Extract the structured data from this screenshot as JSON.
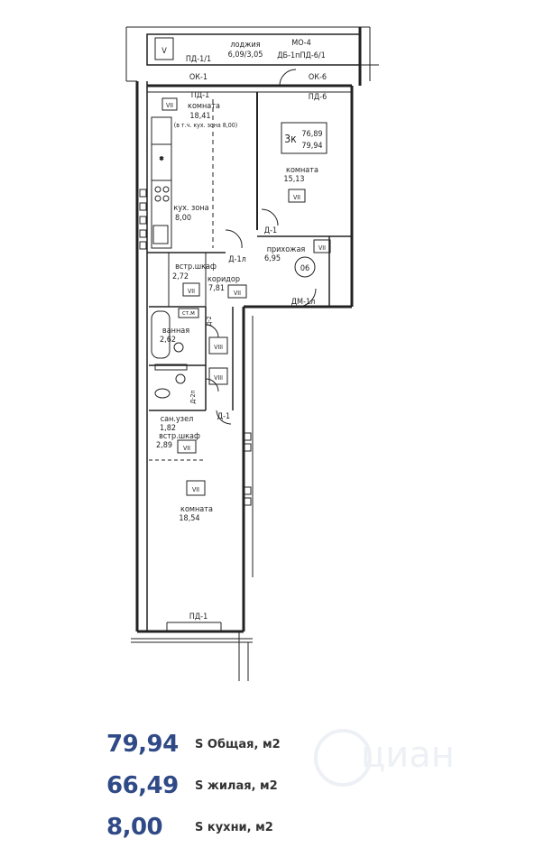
{
  "plan": {
    "apartment_code": "3к",
    "area_living_total": "76,89",
    "area_total": "79,94",
    "balcony": {
      "name": "лоджия",
      "area": "6,09/3,05",
      "mark": "V"
    },
    "door_labels": [
      "ПД-1/1",
      "МО-4",
      "ДБ-1пПД-6/1",
      "ОК-1",
      "ОК-6",
      "ПД-6",
      "ПД-1",
      "Д-1",
      "Д-1л",
      "ДМ-1л",
      "Д-2",
      "Д-2п",
      "Д-1",
      "ПД-1"
    ],
    "rooms": [
      {
        "name": "комната",
        "area": "18,41",
        "note": "(в т.ч. кух. зона 8,00)",
        "mark": "VII"
      },
      {
        "name": "кух. зона",
        "area": "8,00"
      },
      {
        "name": "комната",
        "area": "15,13",
        "mark": "VII"
      },
      {
        "name": "прихожая",
        "area": "6,95",
        "mark": "VII"
      },
      {
        "name": "встр.шкаф",
        "area": "2,72",
        "mark": "VII"
      },
      {
        "name": "коридор",
        "area": "7,81",
        "mark": "VII"
      },
      {
        "name": "ванная",
        "area": "2,62",
        "mark": "VIII"
      },
      {
        "name": "сан.узел",
        "area": "1,82",
        "mark": "VIII"
      },
      {
        "name": "встр.шкаф",
        "area": "2,89",
        "mark": "VII"
      },
      {
        "name": "комната",
        "area": "18,54",
        "mark": "VII"
      }
    ],
    "stair_number": "06",
    "bath_label": "ст.м"
  },
  "stats": [
    {
      "value": "79,94",
      "label": "S Общая, м2"
    },
    {
      "value": "66,49",
      "label": "S жилая, м2"
    },
    {
      "value": "8,00",
      "label": "S кухни, м2"
    }
  ],
  "watermark": "циан"
}
